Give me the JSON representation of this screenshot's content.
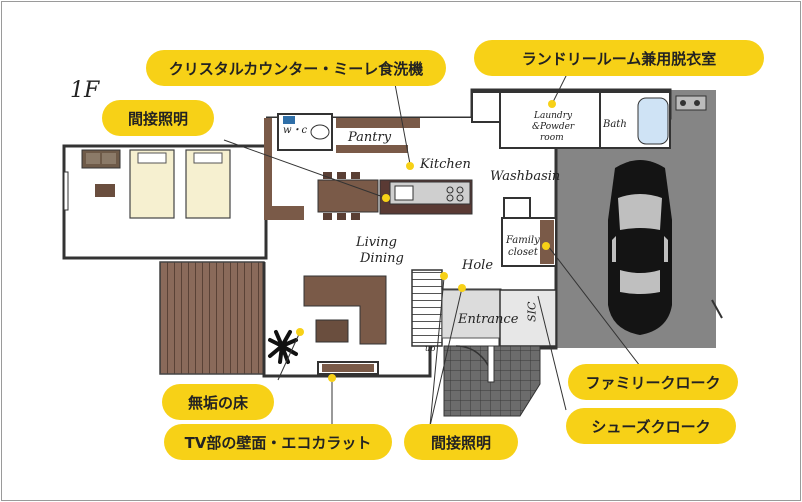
{
  "floor": "1F",
  "callouts": {
    "dishwasher": "クリスタルカウンター・ミーレ食洗機",
    "laundry": "ランドリールーム兼用脱衣室",
    "indirect_light_top": "間接照明",
    "family_closet": "ファミリークローク",
    "shoe_closet": "シューズクローク",
    "solid_floor": "無垢の床",
    "tv_wall": "TV部の壁面・エコカラット",
    "indirect_light_bottom": "間接照明"
  },
  "rooms": {
    "wc": "w・c",
    "pantry": "Pantry",
    "kitchen": "Kitchen",
    "laundry_line1": "Laundry",
    "laundry_line2": "&Powder",
    "laundry_line3": "room",
    "bath": "Bath",
    "washbasin": "Washbasin",
    "family_line1": "Family",
    "family_line2": "closet",
    "living_line1": "Living",
    "living_line2": "Dining",
    "hole": "Hole",
    "entrance": "Entrance",
    "sic": "SIC",
    "up": "up"
  },
  "colors": {
    "callout": "#f7d117",
    "wall": "#3a3a3a",
    "wood": "#7a5a48",
    "garage": "#858585",
    "deck": "#8a6a5a",
    "tile": "#6a6a6a",
    "dot": "#f7d117"
  }
}
